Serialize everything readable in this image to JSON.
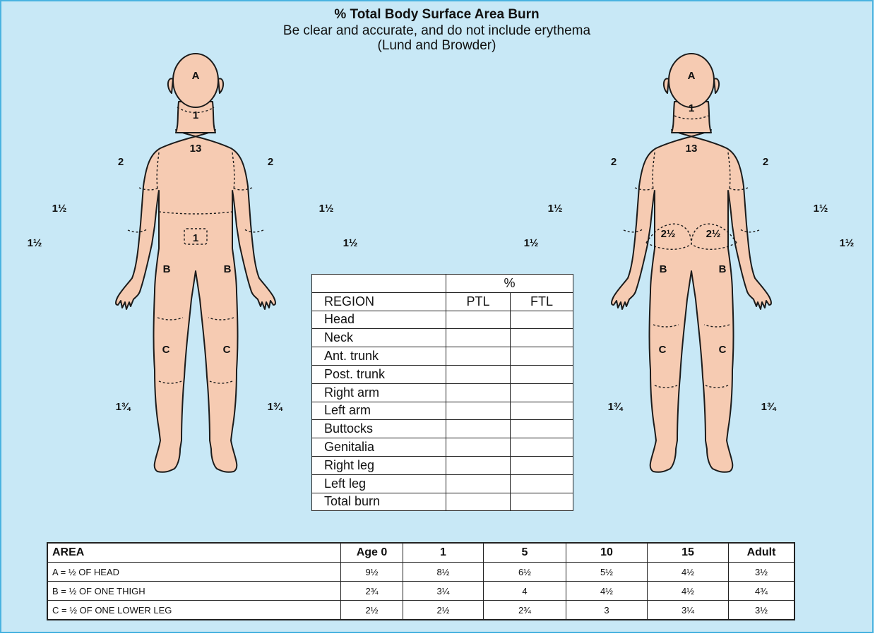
{
  "header": {
    "title": "% Total Body Surface Area Burn",
    "subtitle": "Be clear and accurate, and do not include erythema",
    "method": "(Lund and Browder)"
  },
  "front_figure": {
    "head": "A",
    "neck": "1",
    "trunk": "13",
    "upper_arm_right": "2",
    "upper_arm_left": "2",
    "forearm_right": "1½",
    "forearm_left": "1½",
    "hand_right": "1½",
    "hand_left": "1½",
    "genitalia": "1",
    "thigh_right": "B",
    "thigh_left": "B",
    "lower_leg_right": "C",
    "lower_leg_left": "C",
    "foot_right": "1¾",
    "foot_left": "1¾"
  },
  "back_figure": {
    "head": "A",
    "neck": "1",
    "trunk": "13",
    "upper_arm_right": "2",
    "upper_arm_left": "2",
    "forearm_right": "1½",
    "forearm_left": "1½",
    "hand_right": "1½",
    "hand_left": "1½",
    "buttock_right": "2½",
    "buttock_left": "2½",
    "thigh_right": "B",
    "thigh_left": "B",
    "lower_leg_right": "C",
    "lower_leg_left": "C",
    "foot_right": "1¾",
    "foot_left": "1¾"
  },
  "region_table": {
    "percent_header": "%",
    "column_region": "REGION",
    "column_ptl": "PTL",
    "column_ftl": "FTL",
    "rows": [
      "Head",
      "Neck",
      "Ant. trunk",
      "Post. trunk",
      "Right arm",
      "Left arm",
      "Buttocks",
      "Genitalia",
      "Right leg",
      "Left leg",
      "Total burn"
    ]
  },
  "lund_browder_table": {
    "headers": [
      "AREA",
      "Age 0",
      "1",
      "5",
      "10",
      "15",
      "Adult"
    ],
    "rows": [
      {
        "area": "A = ½ OF HEAD",
        "values": [
          "9½",
          "8½",
          "6½",
          "5½",
          "4½",
          "3½"
        ]
      },
      {
        "area": "B = ½ OF ONE THIGH",
        "values": [
          "2¾",
          "3¼",
          "4",
          "4½",
          "4½",
          "4¾"
        ]
      },
      {
        "area": "C = ½ OF ONE LOWER LEG",
        "values": [
          "2½",
          "2½",
          "2¾",
          "3",
          "3¼",
          "3½"
        ]
      }
    ]
  }
}
